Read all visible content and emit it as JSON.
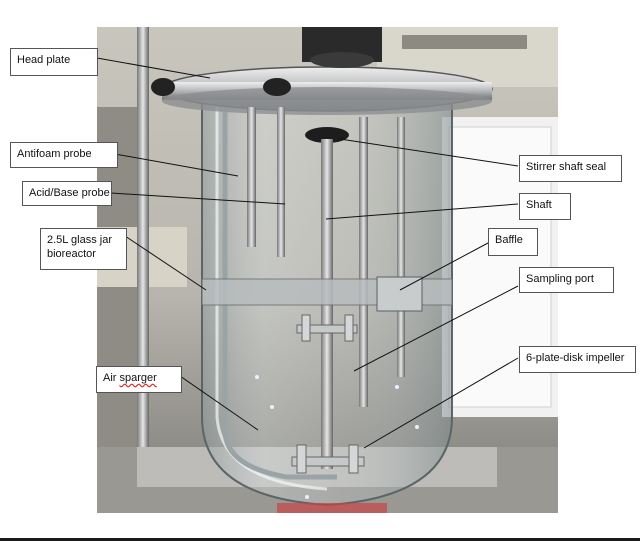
{
  "labels": {
    "head_plate": "Head plate",
    "antifoam_probe": "Antifoam probe",
    "acid_base_probe": "Acid/Base probe",
    "glass_jar": "2.5L glass jar bioreactor",
    "air_sparger_a": "Air ",
    "air_sparger_b": "sparger",
    "stirrer_shaft_seal": "Stirrer shaft seal",
    "shaft": "Shaft",
    "baffle": "Baffle",
    "sampling_port": "Sampling port",
    "impeller": "6-plate-disk impeller"
  },
  "colors": {
    "leader_line": "#111111",
    "callout_border": "#555555",
    "spellcheck_underline": "#dd2222"
  }
}
